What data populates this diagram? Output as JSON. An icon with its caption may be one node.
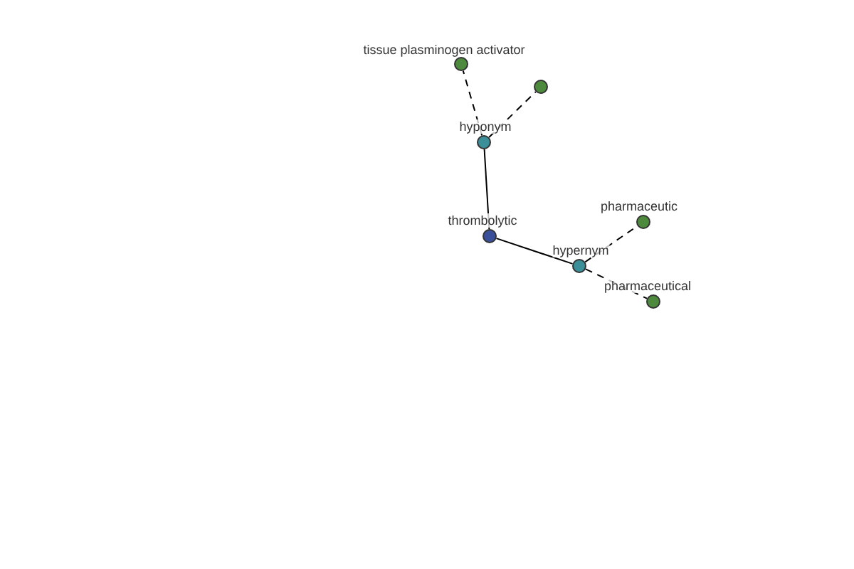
{
  "diagram": {
    "nodes": [
      {
        "text": [
          "tissue plasminogen activator"
        ]
      },
      {
        "text": [],
        "shape": "circle"
      },
      {
        "text": [
          "hyponym"
        ]
      },
      {
        "text": [
          "pharmaceutic"
        ]
      },
      {
        "text": [
          "thrombolytic"
        ]
      },
      {
        "text": [
          "hypernym"
        ]
      },
      {
        "text": [
          "pharmaceutical"
        ]
      }
    ],
    "edges": [
      {
        "from": 4,
        "to": 2,
        "arrow": "none"
      },
      {
        "from": 4,
        "to": 5,
        "arrow": "none"
      },
      {
        "from": 2,
        "to": 0,
        "arrow": "none",
        "style": "dashed"
      },
      {
        "from": 2,
        "to": 1,
        "arrow": "none",
        "style": "dashed"
      },
      {
        "from": 5,
        "to": 3,
        "arrow": "none",
        "style": "dashed"
      },
      {
        "from": 5,
        "to": 6,
        "arrow": "none",
        "style": "dashed"
      }
    ]
  }
}
